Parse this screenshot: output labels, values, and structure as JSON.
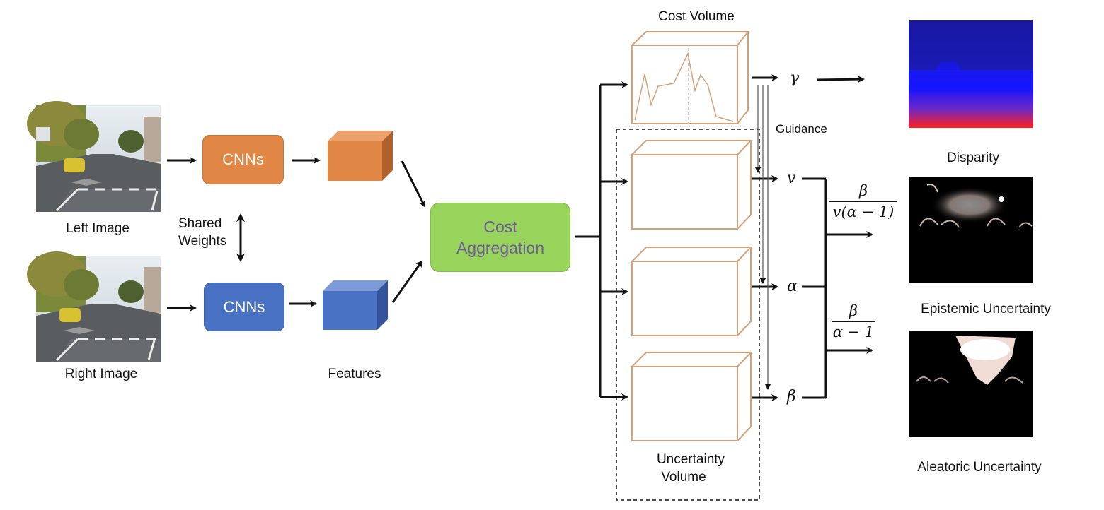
{
  "inputs": {
    "left_label": "Left Image",
    "right_label": "Right Image"
  },
  "shared_weights": {
    "line1": "Shared",
    "line2": "Weights"
  },
  "cnn_label": "CNNs",
  "features_label": "Features",
  "cost_aggregation": {
    "line1": "Cost",
    "line2": "Aggregation"
  },
  "cost_volume_label": "Cost Volume",
  "uncertainty_volume": {
    "line1": "Uncertainty",
    "line2": "Volume"
  },
  "guidance_label": "Guidance",
  "params": {
    "gamma": "γ",
    "nu": "v",
    "alpha": "α",
    "beta": "β"
  },
  "formulas": {
    "epistemic": {
      "numerator": "β",
      "denominator": "v(α − 1)"
    },
    "aleatoric": {
      "numerator": "β",
      "denominator": "α − 1"
    }
  },
  "outputs": {
    "disparity": "Disparity",
    "epistemic": "Epistemic Uncertainty",
    "aleatoric": "Aleatoric Uncertainty"
  },
  "colors": {
    "cnn_orange": "#e08745",
    "cnn_blue": "#4a72c4",
    "aggregation_green": "#98d45c",
    "aggregation_text": "#6f5a9c",
    "volume_outline": "#d4a27a"
  }
}
